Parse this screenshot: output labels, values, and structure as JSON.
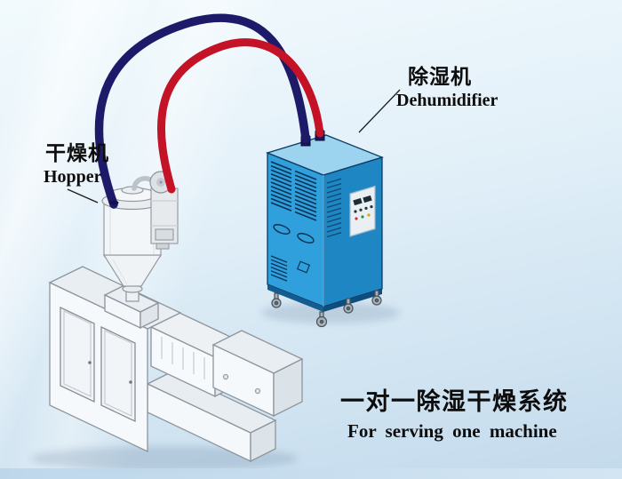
{
  "diagram": {
    "labels": {
      "hopper_cn": "干燥机",
      "hopper_en": "Hopper",
      "dehumidifier_cn": "除湿机",
      "dehumidifier_en": "Dehumidifier",
      "caption_cn": "一对一除湿干燥系统",
      "caption_en": "For serving one machine"
    },
    "colors": {
      "pipe_return_blue": "#1d1b69",
      "pipe_dry_red": "#c41226",
      "cabinet_front": "#2fa0dc",
      "cabinet_side": "#1f86c4",
      "cabinet_top": "#9cd4f0",
      "machine_body": "#f6f9fb",
      "background_top": "#f2fafd",
      "background_bottom": "#c3daec"
    }
  }
}
